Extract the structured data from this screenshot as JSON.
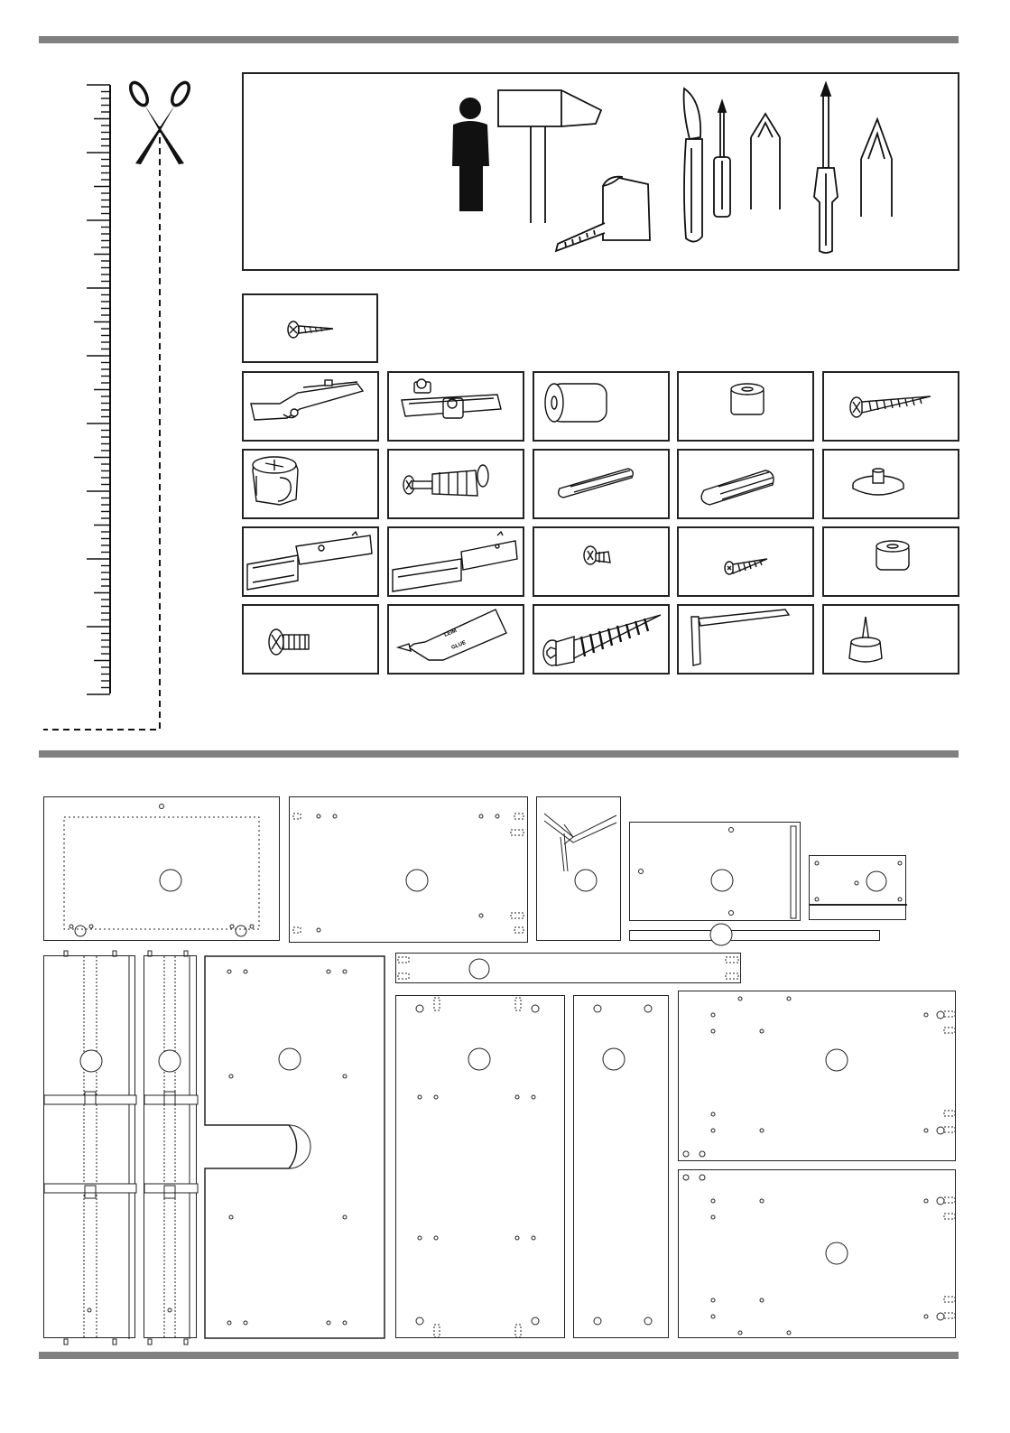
{
  "page": {
    "sections": [
      "tools-and-hardware",
      "panel-layout"
    ]
  },
  "tools": {
    "icons": [
      "person-icon",
      "hammer-icon",
      "tape-measure-icon",
      "knife-icon",
      "phillips-screwdriver-icon",
      "flat-screwdriver-icon"
    ]
  },
  "hardware": {
    "glue_label_1": "Leim",
    "glue_label_2": "Glue Colle",
    "items": [
      "small-screw",
      "hinge",
      "hinge-plate",
      "cylinder-spacer",
      "ring-spacer",
      "long-screw",
      "cam-lock",
      "connector-bolt",
      "wood-dowel-small",
      "wood-dowel-large",
      "glide-foot",
      "drawer-rail-left",
      "drawer-rail-right",
      "euro-screw",
      "short-screw",
      "round-spacer",
      "flat-head-bolt",
      "glue-tube",
      "confirmat-screw",
      "allen-key",
      "nail-glide"
    ]
  },
  "colors": {
    "divider": "#808080",
    "line": "#222222"
  }
}
